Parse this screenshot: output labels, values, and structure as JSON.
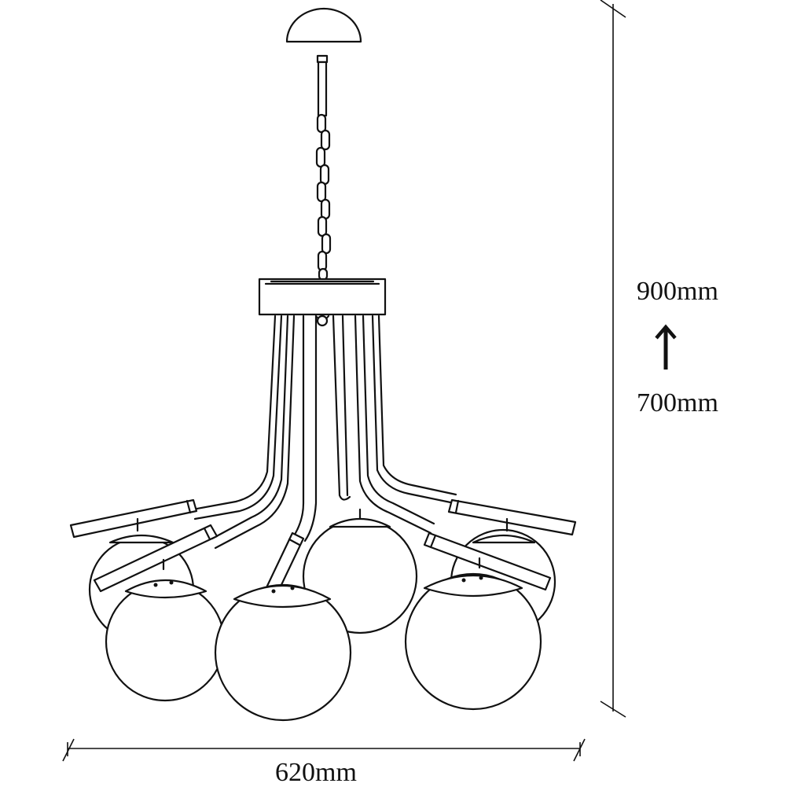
{
  "dimensions": {
    "height_max": "900mm",
    "height_min": "700mm",
    "width": "620mm"
  },
  "icons": {
    "adjustment": "arrow-up-icon"
  }
}
